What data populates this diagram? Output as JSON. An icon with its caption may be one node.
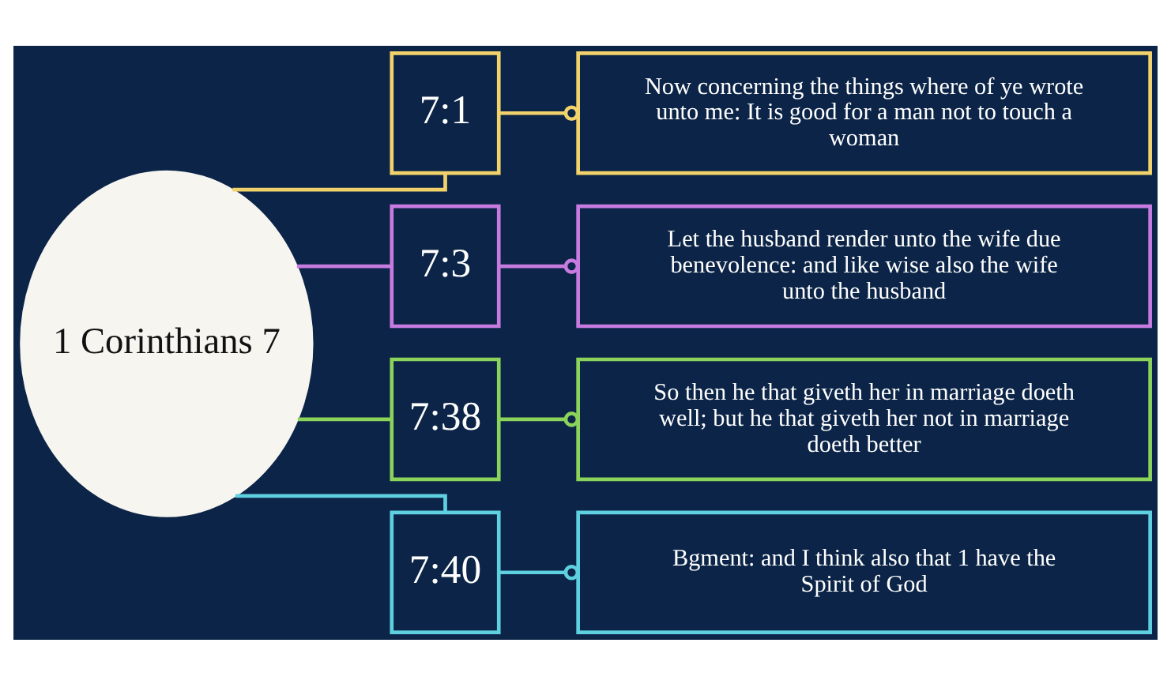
{
  "diagram": {
    "nodes": [
      {
        "text": [
          "1 Corinthians 7"
        ]
      },
      {
        "text": [
          "7:1"
        ]
      },
      {
        "text": [
          "Now concerning the things where of ye wrote unto me: It is good for a man not to touch a woman"
        ]
      },
      {
        "text": [
          "7:3"
        ]
      },
      {
        "text": [
          "Let the husband render unto the wife due benevolence: and like wise also the wife unto the husband"
        ]
      },
      {
        "text": [
          "7:38"
        ]
      },
      {
        "text": [
          "So then he that giveth her in marriage doeth well; but he that giveth her not in marriage doeth better"
        ]
      },
      {
        "text": [
          "7:40"
        ]
      },
      {
        "text": [
          "Bgment: and I think also that 1 have the Spirit of God"
        ]
      }
    ],
    "edges": [
      {
        "from": 0,
        "to": 1,
        "arrow": "none",
        "color": "#f2d36b"
      },
      {
        "from": 1,
        "to": 2,
        "arrow": "other",
        "color": "#f2d36b"
      },
      {
        "from": 0,
        "to": 3,
        "arrow": "none",
        "color": "#c77be0"
      },
      {
        "from": 3,
        "to": 4,
        "arrow": "other",
        "color": "#c77be0"
      },
      {
        "from": 0,
        "to": 5,
        "arrow": "none",
        "color": "#8bd35a"
      },
      {
        "from": 5,
        "to": 6,
        "arrow": "other",
        "color": "#8bd35a"
      },
      {
        "from": 0,
        "to": 7,
        "arrow": "none",
        "color": "#5fd0e0"
      },
      {
        "from": 7,
        "to": 8,
        "arrow": "other",
        "color": "#5fd0e0"
      }
    ]
  }
}
